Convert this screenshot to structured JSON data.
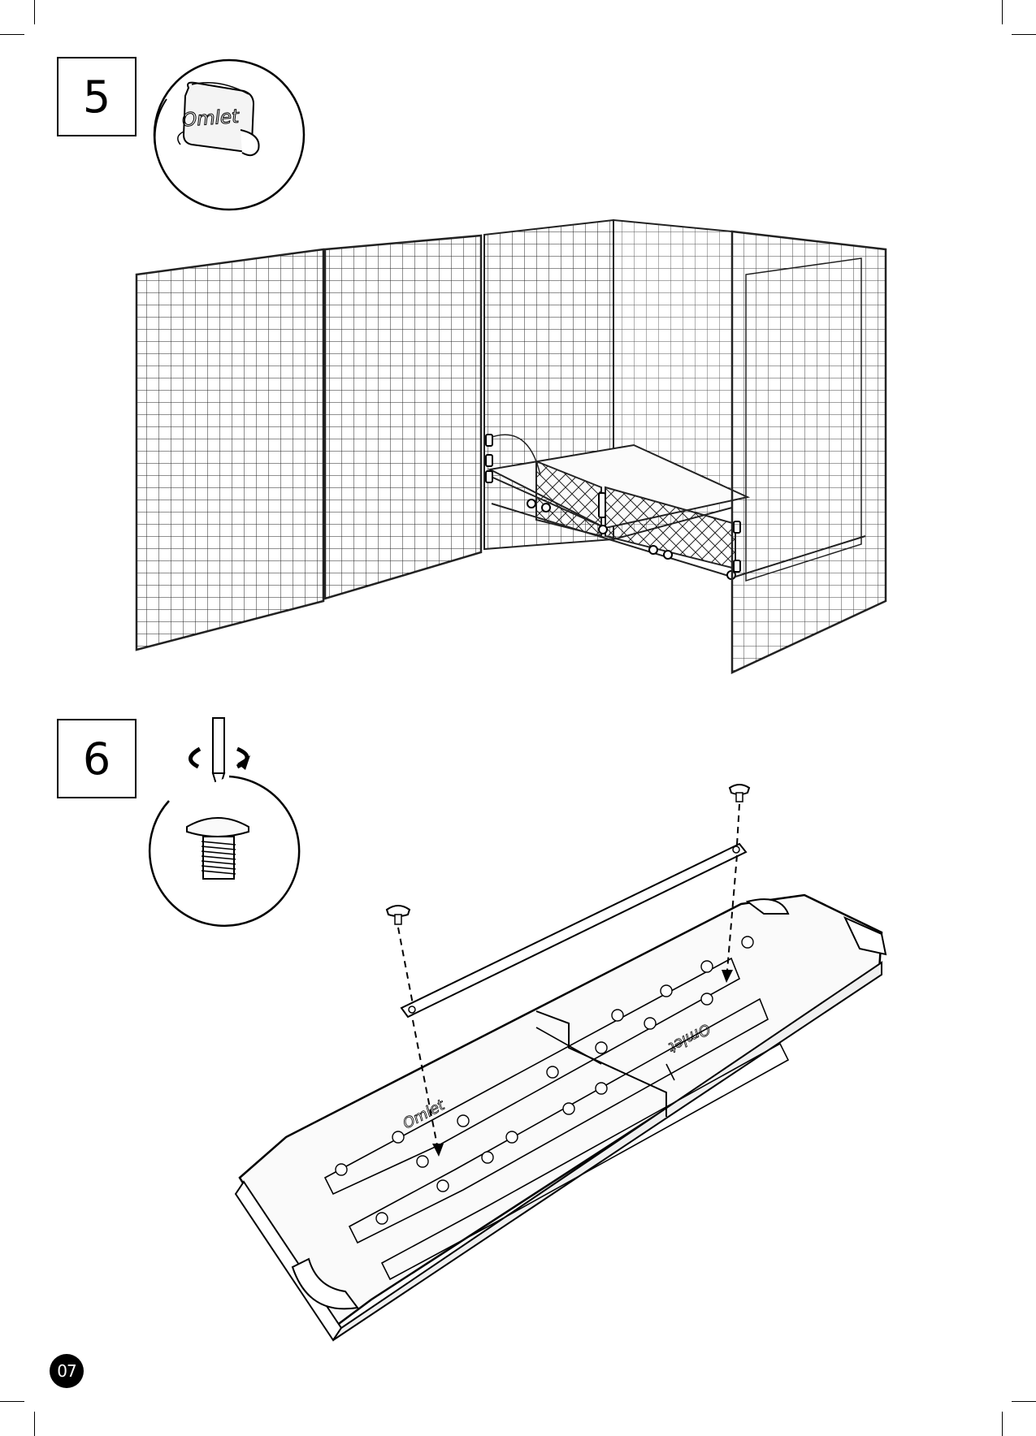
{
  "steps": [
    {
      "number": "5"
    },
    {
      "number": "6"
    }
  ],
  "clip_logo": "Omlet",
  "tray_logo": "Omlet",
  "page_number": "07",
  "icons": {
    "clip": "omlet-clip-icon",
    "screw": "screw-icon",
    "screwdriver": "screwdriver-rotate-icon"
  }
}
